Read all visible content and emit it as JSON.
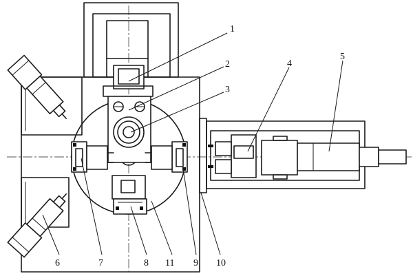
{
  "callouts": {
    "c1": "1",
    "c2": "2",
    "c3": "3",
    "c4": "4",
    "c5": "5",
    "c6": "6",
    "c7": "7",
    "c8": "8",
    "c9": "9",
    "c10": "10",
    "c11": "11"
  },
  "colors": {
    "line": "#1a1a1a",
    "background": "#ffffff",
    "centerline": "#555555"
  }
}
